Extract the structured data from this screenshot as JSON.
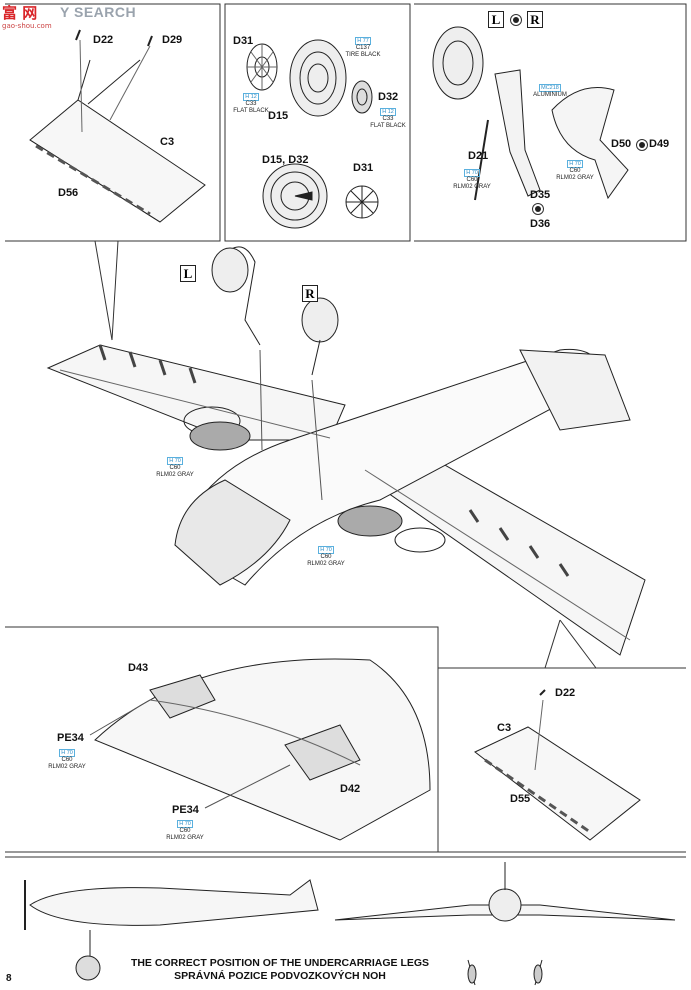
{
  "watermark": {
    "logo": "富 网",
    "text": "Y SEARCH",
    "url": "gao-shou.com"
  },
  "page_number": "8",
  "panel_top_left": {
    "labels": {
      "d22": "D22",
      "d29": "D29",
      "c3": "C3",
      "d56": "D56"
    }
  },
  "panel_top_middle": {
    "labels": {
      "d31": "D31",
      "d15": "D15",
      "d32": "D32",
      "d15_d32": "D15, D32",
      "d31b": "D31"
    },
    "notes": {
      "tire": {
        "code": "H 77",
        "paint": "C137",
        "name": "TIRE BLACK"
      },
      "flat_left": {
        "code": "H 12",
        "paint": "C33",
        "name": "FLAT BLACK"
      },
      "flat_right": {
        "code": "H 12",
        "paint": "C33",
        "name": "FLAT BLACK"
      }
    }
  },
  "panel_top_right": {
    "left_marker": "L",
    "right_marker": "R",
    "labels": {
      "d21": "D21",
      "d50": "D50",
      "d49": "D49",
      "d35": "D35",
      "d36": "D36"
    },
    "notes": {
      "aluminium": {
        "code": "MC218",
        "name": "ALUMINIUM"
      },
      "gray_left": {
        "code": "H 70",
        "paint": "C60",
        "name": "RLM02 GRAY"
      },
      "gray_right": {
        "code": "H 70",
        "paint": "C60",
        "name": "RLM02 GRAY"
      }
    }
  },
  "main_view": {
    "left_marker": "L",
    "right_marker": "R",
    "notes": {
      "bay_left": {
        "code": "H 70",
        "paint": "C60",
        "name": "RLM02 GRAY"
      },
      "bay_right": {
        "code": "H 70",
        "paint": "C60",
        "name": "RLM02 GRAY"
      }
    }
  },
  "panel_bottom_left": {
    "labels": {
      "d43": "D43",
      "pe34a": "PE34",
      "pe34b": "PE34",
      "d42": "D42"
    },
    "notes": {
      "gray_a": {
        "code": "H 70",
        "paint": "C60",
        "name": "RLM02 GRAY"
      },
      "gray_b": {
        "code": "H 70",
        "paint": "C60",
        "name": "RLM02 GRAY"
      }
    }
  },
  "panel_bottom_right": {
    "labels": {
      "d22": "D22",
      "c3": "C3",
      "d55": "D55"
    }
  },
  "caption": {
    "line1": "THE CORRECT POSITION OF THE UNDERCARRIAGE LEGS",
    "line2": "SPRÁVNÁ POZICE PODVOZKOVÝCH NOH"
  }
}
